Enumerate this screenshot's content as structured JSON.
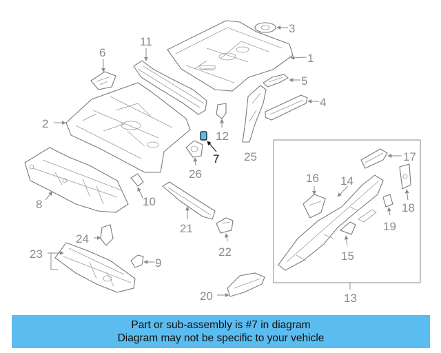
{
  "callouts": {
    "c1": "1",
    "c2": "2",
    "c3": "3",
    "c4": "4",
    "c5": "5",
    "c6": "6",
    "c7": "7",
    "c8": "8",
    "c9": "9",
    "c10": "10",
    "c11": "11",
    "c12": "12",
    "c13": "13",
    "c14": "14",
    "c15": "15",
    "c16": "16",
    "c17": "17",
    "c18": "18",
    "c19": "19",
    "c20": "20",
    "c21": "21",
    "c22": "22",
    "c23": "23",
    "c24": "24",
    "c25": "25",
    "c26": "26"
  },
  "highlight_color": "#5bbcf0",
  "banner": {
    "line1": "Part or sub-assembly is #7 in diagram",
    "line2": "Diagram may not be specific to your vehicle",
    "color": "#5bbcf0"
  }
}
